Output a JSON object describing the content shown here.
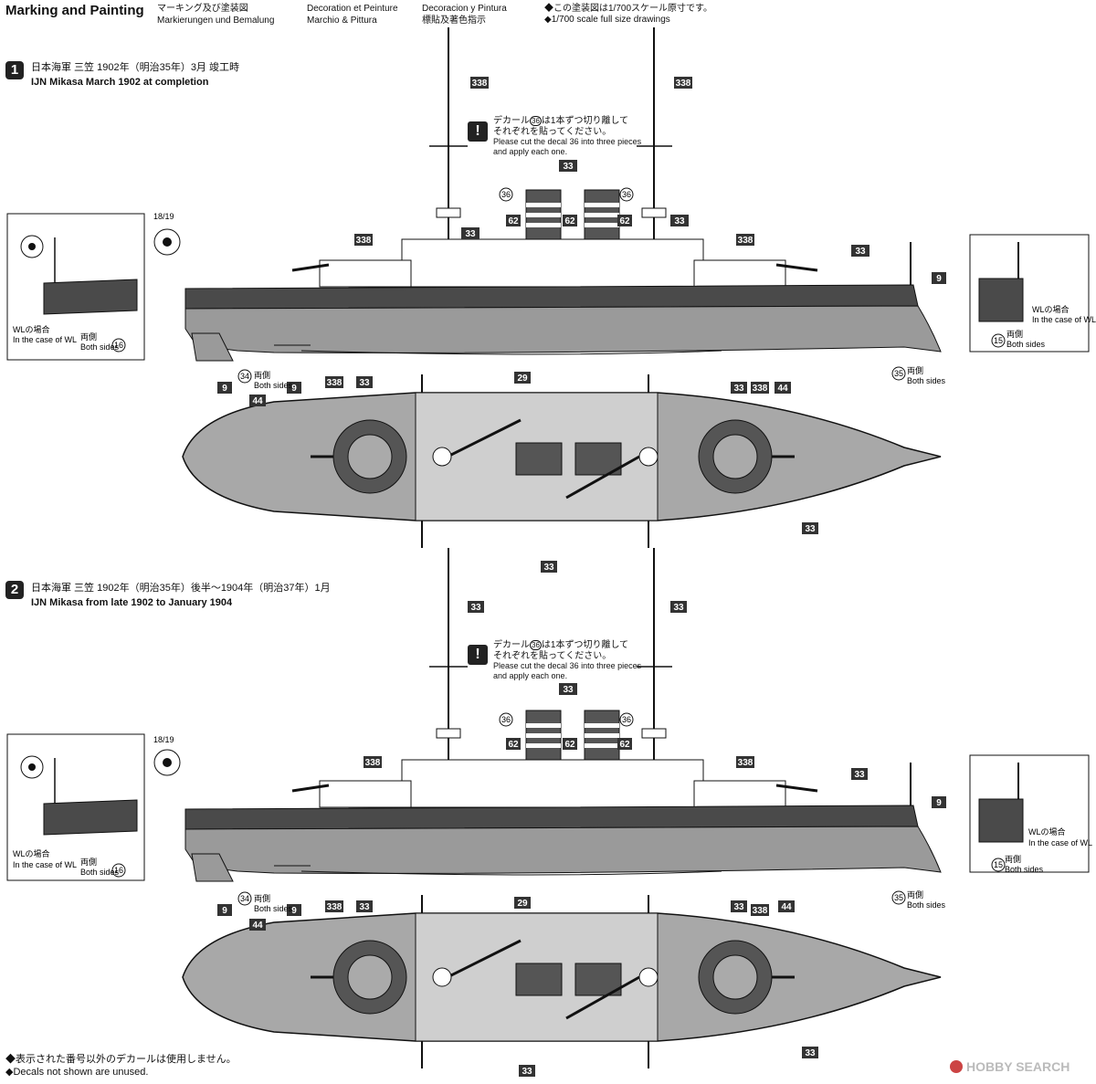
{
  "header": {
    "title_en": "Marking and Painting",
    "title_ja": "マーキング及び塗装図",
    "title_de": "Markierungen und Bemalung",
    "title_fr": "Decoration et Peinture",
    "title_it": "Marchio & Pittura",
    "title_es": "Decoracion y Pintura",
    "title_zh": "標貼及著色指示",
    "scale_note_ja": "◆この塗装図は1/700スケール原寸です。",
    "scale_note_en": "◆1/700 scale full size drawings"
  },
  "schemes": [
    {
      "number": "1",
      "title_ja": "日本海軍 三笠 1902年（明治35年）3月 竣工時",
      "title_en": "IJN Mikasa March 1902 at completion",
      "mast_decal": "338",
      "turret_decal": "338"
    },
    {
      "number": "2",
      "title_ja": "日本海軍 三笠 1902年（明治35年）後半～1904年（明治37年）1月",
      "title_en": "IJN Mikasa from late 1902 to January 1904",
      "mast_decal": "33",
      "turret_decal": "338"
    }
  ],
  "decal_note": {
    "ja_1": "デカール",
    "ja_num": "36",
    "ja_2": "は1本ずつ切り離して",
    "ja_3": "それぞれを貼ってください。",
    "en_1": "Please cut the decal",
    "en_2": "into three pieces",
    "en_3": "and apply each one."
  },
  "labels": {
    "both_sides_ja": "両側",
    "both_sides_en": "Both sides",
    "wl_ja": "WLの場合",
    "wl_en": "In the case of WL",
    "flag_ref": "18/19"
  },
  "decal_numbers": {
    "d9": "9",
    "d15": "15",
    "d16": "16",
    "d18_19": "18/19",
    "d29": "29",
    "d33": "33",
    "d34": "34",
    "d35": "35",
    "d36": "36",
    "d44": "44",
    "d62": "62",
    "d338": "338"
  },
  "footer": {
    "unused_ja": "◆表示された番号以外のデカールは使用しません。",
    "unused_en": "◆Decals not shown are unused.",
    "watermark": "HOBBY SEARCH"
  },
  "colors": {
    "hull_dark": "#4a4a4a",
    "hull_gray": "#9a9a9a",
    "deck_gray": "#a8a8a8",
    "label_box": "#333333",
    "funnel_stripe": "#ffffff",
    "line": "#111111"
  }
}
